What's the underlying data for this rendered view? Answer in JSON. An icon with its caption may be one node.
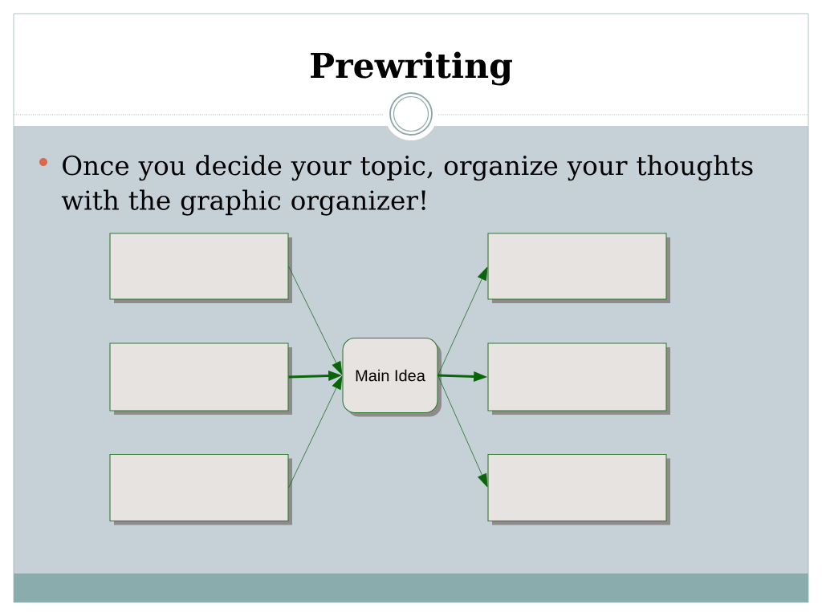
{
  "diagram": {
    "title": "Prewriting",
    "nodes": [
      {
        "text": [],
        "shape": "box"
      },
      {
        "text": [],
        "shape": "box"
      },
      {
        "text": [],
        "shape": "box"
      },
      {
        "text": [
          "Main Idea"
        ]
      },
      {
        "text": [],
        "shape": "box"
      },
      {
        "text": [],
        "shape": "box"
      },
      {
        "text": [],
        "shape": "box"
      }
    ],
    "edges": [
      {
        "from": 0,
        "to": 3,
        "arrow": "to"
      },
      {
        "from": 1,
        "to": 3,
        "arrow": "to",
        "style": "thick"
      },
      {
        "from": 2,
        "to": 3,
        "arrow": "to"
      },
      {
        "from": 3,
        "to": 4,
        "arrow": "to"
      },
      {
        "from": 3,
        "to": 5,
        "arrow": "to",
        "style": "thick"
      },
      {
        "from": 3,
        "to": 6,
        "arrow": "to"
      }
    ],
    "labels": [
      "Once you decide your topic, organize your thoughts with the graphic organizer!"
    ]
  }
}
